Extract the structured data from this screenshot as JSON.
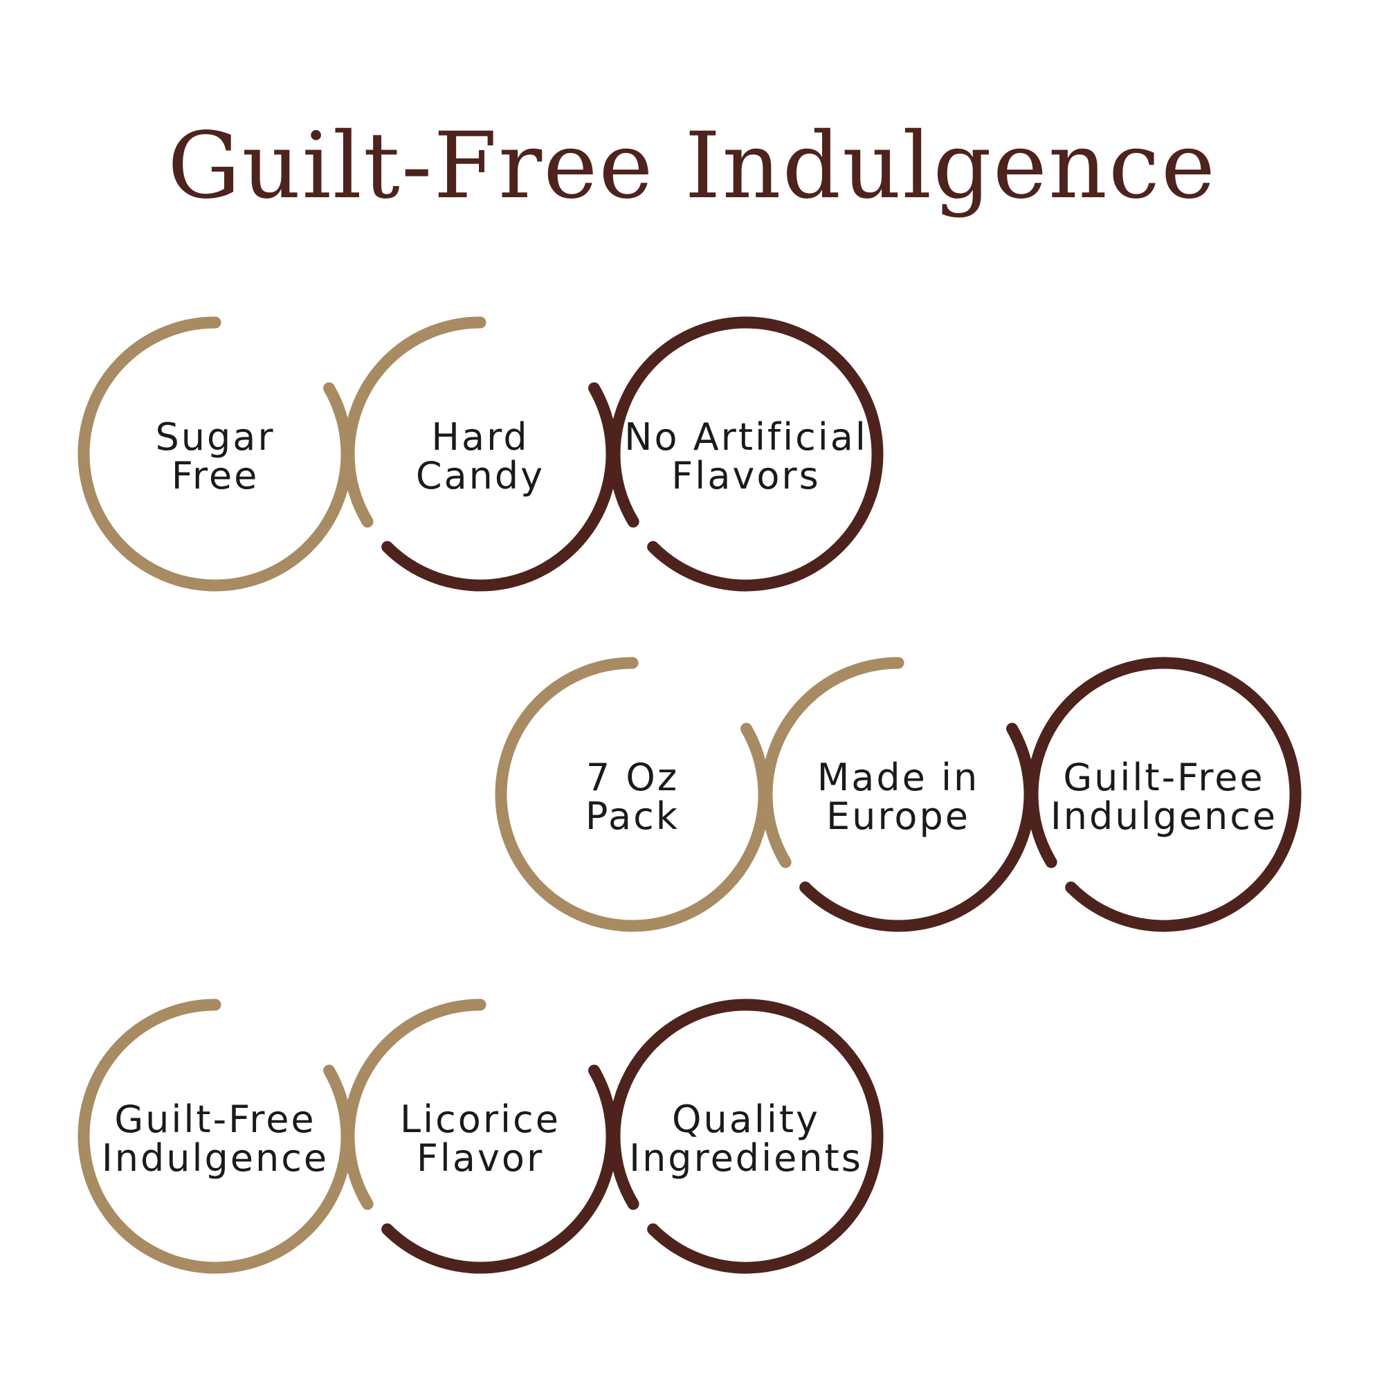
{
  "title": "Guilt-Free Indulgence",
  "colors": {
    "background": "#ffffff",
    "title": "#4e231d",
    "tan": "#a88b62",
    "brown": "#4e231d",
    "text": "#1a1a1a"
  },
  "rows": [
    {
      "badges": [
        {
          "line1": "Sugar",
          "line2": "Free",
          "color": "tan"
        },
        {
          "line1": "Hard",
          "line2": "Candy",
          "color": "tan"
        },
        {
          "line1": "No Artificial",
          "line2": "Flavors",
          "color": "brown"
        }
      ]
    },
    {
      "badges": [
        {
          "line1": "7 Oz",
          "line2": "Pack",
          "color": "tan"
        },
        {
          "line1": "Made in",
          "line2": "Europe",
          "color": "tan"
        },
        {
          "line1": "Guilt-Free",
          "line2": "Indulgence",
          "color": "brown"
        }
      ]
    },
    {
      "badges": [
        {
          "line1": "Guilt-Free",
          "line2": "Indulgence",
          "color": "tan"
        },
        {
          "line1": "Licorice",
          "line2": "Flavor",
          "color": "tan"
        },
        {
          "line1": "Quality",
          "line2": "Ingredients",
          "color": "brown"
        }
      ]
    }
  ]
}
